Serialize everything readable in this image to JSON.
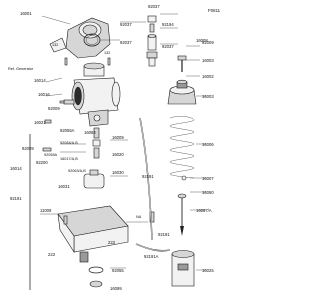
{
  "diagram_code": "F0811",
  "note": "Ref. Generator",
  "labels": {
    "l16001": "16001",
    "l92037": "92037",
    "l92194": "92194",
    "l16008": "16008",
    "l92037b": "92037",
    "l132a": "132",
    "l92037c": "92037",
    "l92009": "92009",
    "l132b": "132",
    "l92037d": "92037",
    "l16003": "16003",
    "l16002": "16002",
    "l16003b": "16003",
    "l16014": "16014",
    "l16016": "16016",
    "l92009b": "92009",
    "l16021": "16021",
    "l92055a": "92055A",
    "l16084": "16084",
    "l16006": "16006",
    "l920846": "92084/A,B",
    "l16009": "16009",
    "l92055b": "92055A",
    "l92009c": "92009",
    "l92200": "92200",
    "l16014b": "16014",
    "l16017": "16017/A,B",
    "l16020": "16020",
    "l92063": "92063/A,B",
    "l16031": "16031",
    "l16030": "16030",
    "l92191": "92191",
    "l92191b": "92191",
    "l16007": "16007",
    "l16090": "16090",
    "l16087": "16087/A",
    "l11009": "11009",
    "l223a": "223",
    "l223b": "223",
    "l92191a": "92191A",
    "l92055": "92055",
    "l16025": "16025",
    "l16099": "16099",
    "l92191c": "92191",
    "lNA": "NA"
  }
}
